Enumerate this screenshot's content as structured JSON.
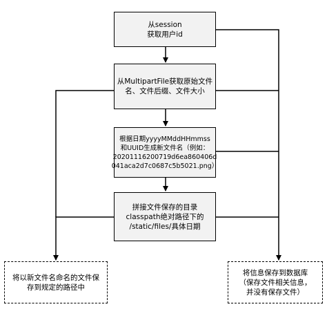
{
  "colors": {
    "process_fill": "#f2f2f2",
    "stroke": "#000000",
    "background": "#ffffff"
  },
  "nodes": {
    "session": {
      "lines": [
        "从session",
        "获取用户id"
      ]
    },
    "multipart": {
      "lines": [
        "从MultipartFile获取原始文件",
        "名、文件后缀、文件大小"
      ]
    },
    "rename": {
      "lines": [
        "根据日期yyyyMMddHHmmss",
        "和UUID生成新文件名（例如：",
        "20201116200719d6ea860406d",
        "041aca2d7c0687c5b5021.png）"
      ]
    },
    "path": {
      "lines": [
        "拼接文件保存的目录",
        "classpath绝对路径下的",
        "/static/files/具体日期"
      ]
    },
    "save_file": {
      "lines": [
        "将以新文件名命名的文件保",
        "存到规定的路径中"
      ]
    },
    "save_db": {
      "lines": [
        "将信息保存到数据库",
        "（保存文件相关信息，",
        "并没有保存文件）"
      ]
    }
  }
}
